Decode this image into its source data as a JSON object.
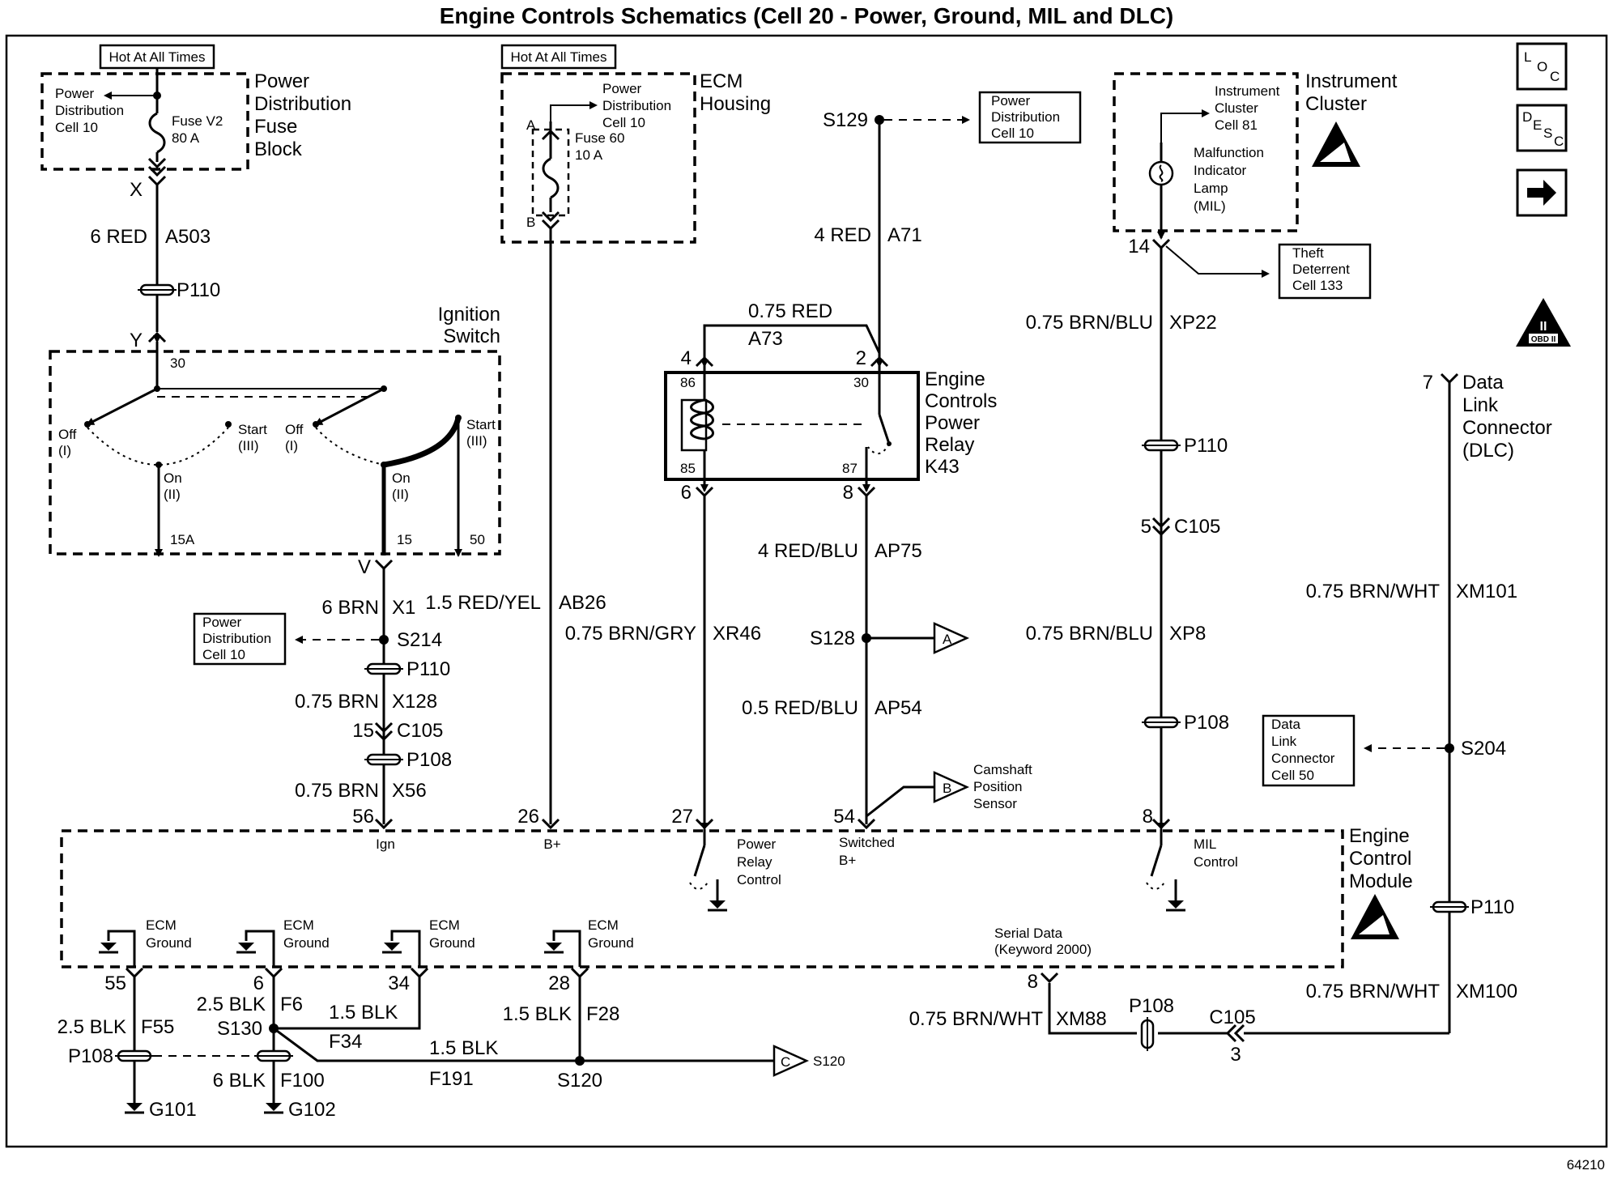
{
  "title": "Engine Controls Schematics (Cell 20 - Power, Ground, MIL and DLC)",
  "figure_number": "64210",
  "hot_label": "Hot At All Times",
  "pdfb": {
    "title_lines": [
      "Power",
      "Distribution",
      "Fuse",
      "Block"
    ],
    "ref_lines": [
      "Power",
      "Distribution",
      "Cell 10"
    ],
    "fuse_lines": [
      "Fuse V2",
      "80 A"
    ],
    "terminal": "X",
    "wire_size": "6 RED",
    "wire_circuit": "A503",
    "connector": "P110",
    "lower_terminal": "Y"
  },
  "ignition": {
    "title_lines": [
      "Ignition",
      "Switch"
    ],
    "terminal_top": "30",
    "left_off_lines": [
      "Off",
      "(I)"
    ],
    "left_start_lines": [
      "Start",
      "(III)"
    ],
    "left_on_lines": [
      "On",
      "(II)"
    ],
    "right_off_lines": [
      "Off",
      "(I)"
    ],
    "right_start_lines": [
      "Start",
      "(III)"
    ],
    "right_on_lines": [
      "On",
      "(II)"
    ],
    "out_15a": "15A",
    "out_15": "15",
    "out_50": "50",
    "terminal_v": "V"
  },
  "ign_circuit": {
    "w1_size": "6 BRN",
    "w1_circ": "X1",
    "splice": "S214",
    "ref_lines": [
      "Power",
      "Distribution",
      "Cell 10"
    ],
    "conn1": "P110",
    "w2_size": "0.75 BRN",
    "w2_circ": "X128",
    "c105_pin": "15",
    "c105": "C105",
    "conn2": "P108",
    "w3_size": "0.75 BRN",
    "w3_circ": "X56",
    "ecm_pin": "56",
    "ecm_label": "Ign"
  },
  "ecm_housing": {
    "title_lines": [
      "ECM",
      "Housing"
    ],
    "ref_lines": [
      "Power",
      "Distribution",
      "Cell 10"
    ],
    "fuse_lines": [
      "Fuse 60",
      "10 A"
    ],
    "term_a": "A",
    "term_b": "B",
    "wire_size": "1.5 RED/YEL",
    "wire_circ": "AB26",
    "ecm_pin": "26",
    "ecm_label": "B+"
  },
  "relay": {
    "title_lines": [
      "Engine",
      "Controls",
      "Power",
      "Relay",
      "K43"
    ],
    "s129": "S129",
    "ref_lines": [
      "Power",
      "Distribution",
      "Cell 10"
    ],
    "w_a71_size": "4 RED",
    "w_a71_circ": "A71",
    "w_a73_size": "0.75 RED",
    "w_a73_circ": "A73",
    "pin4": "4",
    "pin2": "2",
    "pin6": "6",
    "pin8": "8",
    "t86": "86",
    "t85": "85",
    "t30": "30",
    "t87": "87",
    "w_xr46_size": "0.75 BRN/GRY",
    "w_xr46_circ": "XR46",
    "w_ap75_size": "4 RED/BLU",
    "w_ap75_circ": "AP75",
    "s128": "S128",
    "flag_a": "A",
    "w_ap54_size": "0.5 RED/BLU",
    "w_ap54_circ": "AP54",
    "flag_b": "B",
    "cam_lines": [
      "Camshaft",
      "Position",
      "Sensor"
    ],
    "ecm_pin27": "27",
    "ecm_pin54": "54",
    "prc_lines": [
      "Power",
      "Relay",
      "Control"
    ],
    "sw_lines": [
      "Switched",
      "B+"
    ]
  },
  "cluster": {
    "title_lines": [
      "Instrument",
      "Cluster"
    ],
    "ref_lines": [
      "Instrument",
      "Cluster",
      "Cell 81"
    ],
    "mil_lines": [
      "Malfunction",
      "Indicator",
      "Lamp",
      "(MIL)"
    ],
    "pin14": "14",
    "theft_lines": [
      "Theft",
      "Deterrent",
      "Cell 133"
    ],
    "w_xp22_size": "0.75 BRN/BLU",
    "w_xp22_circ": "XP22",
    "conn1": "P110",
    "c105_pin": "5",
    "c105": "C105",
    "w_xp8_size": "0.75 BRN/BLU",
    "w_xp8_circ": "XP8",
    "conn2": "P108",
    "ecm_pin": "8",
    "mil_ctrl_lines": [
      "MIL",
      "Control"
    ]
  },
  "dlc": {
    "pin": "7",
    "title_lines": [
      "Data",
      "Link",
      "Connector",
      "(DLC)"
    ],
    "w_xm101_size": "0.75 BRN/WHT",
    "w_xm101_circ": "XM101",
    "splice": "S204",
    "ref_lines": [
      "Data",
      "Link",
      "Connector",
      "Cell 50"
    ],
    "conn": "P110",
    "w_xm100_size": "0.75 BRN/WHT",
    "w_xm100_circ": "XM100",
    "c105": "C105",
    "c105_pin": "3",
    "conn_p108": "P108",
    "w_xm88_size": "0.75 BRN/WHT",
    "w_xm88_circ": "XM88",
    "serial_lines": [
      "Serial Data",
      "(Keyword 2000)"
    ],
    "ecm_pin": "8"
  },
  "ecm": {
    "title_lines": [
      "Engine",
      "Control",
      "Module"
    ],
    "gnd_lines": [
      "ECM",
      "Ground"
    ],
    "pins": [
      "55",
      "6",
      "34",
      "28"
    ]
  },
  "grounds": {
    "w_f55_size": "2.5 BLK",
    "w_f55_circ": "F55",
    "conn": "P108",
    "g101": "G101",
    "w_f6_size": "2.5 BLK",
    "w_f6_circ": "F6",
    "s130": "S130",
    "w_f34_size": "1.5 BLK",
    "w_f34_circ": "F34",
    "w_f100_size": "6 BLK",
    "w_f100_circ": "F100",
    "g102": "G102",
    "w_f191_size": "1.5 BLK",
    "w_f191_circ": "F191",
    "w_f28_size": "1.5 BLK",
    "w_f28_circ": "F28",
    "s120": "S120",
    "flag_c": "C",
    "s120_ref": "S120"
  },
  "icons": {
    "loc_letters": [
      "L",
      "O",
      "C"
    ],
    "desc_letters": [
      "D",
      "E",
      "S",
      "C"
    ],
    "next": "arrow-right-icon",
    "obd_lines": [
      "II",
      "OBD II"
    ]
  }
}
